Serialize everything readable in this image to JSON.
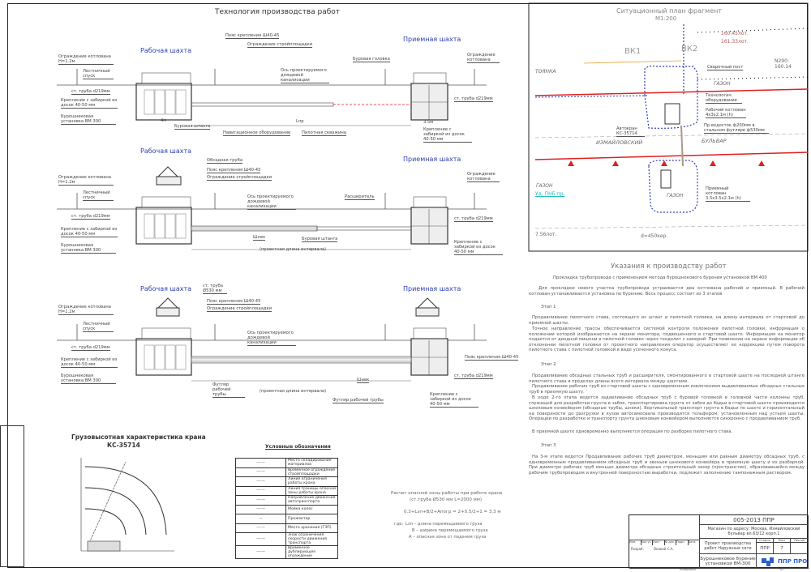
{
  "tech": {
    "title": "Технология производства работ",
    "d1": {
      "work": "Рабочая шахта",
      "recv": "Приемная шахта",
      "fence_pit": "Ограждение котлована H=1.2м",
      "ladder": "Лестничный спуск",
      "pipe": "ст. труба d219мм",
      "fix": "Крепление с забиркой из досок 40-50 мм",
      "rig": "Бурошнековая установка ВМ 300",
      "belt": "Пояс крепления Ш40-45",
      "fence_site": "Ограждение стройплощадки",
      "axis": "Ось проектируемого дождевой канализации",
      "head": "Буровая головка",
      "rod": "Буровая штанга",
      "equip": "Навигационное оборудование",
      "pilot": "Пилотная скважина",
      "fence_recv": "Ограждение котлована",
      "pipe_r": "ст. труба d219мм",
      "fix_r": "Крепление с забиркой из досок 40-50 мм",
      "w1": "4м",
      "w2": "3.5м",
      "len": "Lпр"
    },
    "d2": {
      "work": "Рабочая шахта",
      "recv": "Приемная шахта",
      "casing": "Обсадная труба",
      "belt": "Пояс крепления Ш40-45",
      "fence_site": "Ограждение стройплощадки",
      "fence_pit": "Ограждение котлована H=1.2м",
      "ladder": "Лестничный спуск",
      "pipe": "ст. труба d219мм",
      "fix": "Крепление с забиркой из досок 40-50 мм",
      "rig": "Бурошнековая установка ВМ 300",
      "axis": "Ось проектируемого дождевой канализации",
      "expander": "Расширитель",
      "auger": "Шнек",
      "rod": "Буровая штанга",
      "len": "(проектная длина интервала)",
      "fence_recv": "Ограждение котлована",
      "pipe_r": "ст. труба d219мм",
      "fix_r": "Крепление с забиркой из досок 40-50 мм"
    },
    "d3": {
      "work": "Рабочая шахта",
      "recv": "Приемная шахта",
      "pipe_top": "ст. труба Ø530 мм",
      "belt": "Пояс крепления Ш40-45",
      "fence_site": "Ограждение стройплощадки",
      "fence_pit": "Ограждение котлована H=1.2м",
      "ladder": "Лестничный спуск",
      "pipe": "ст. труба d219мм",
      "fix": "Крепление с забиркой из досок 40-50 мм",
      "rig": "Бурошнековая установка ВМ 300",
      "axis": "Ось проектируемого дождевой канализации",
      "belt_r": "Пояс крепления Ш40-45",
      "auger": "Шнек",
      "case": "Футляр рабочей трубы",
      "len": "(проектная длина интервала)",
      "pipe_r": "ст. труба d219мм",
      "fix_r": "Крепление с забиркой из досок 40-50 мм",
      "case2": "Футляр рабочей трубы"
    }
  },
  "site": {
    "title": "Ситуационный план фрагмент",
    "scale": "М1:200",
    "lbl_weld": "Сварочный пост",
    "lbl_tech": "Технологич. оборудование",
    "lbl_pit": "Рабочий котлован 4х3х2.1м (h)",
    "lbl_drain": "Пр.водосток ф200мм в стальном футляре ф530мм",
    "lbl_crane": "Автокран КС-35714",
    "lbl_recv": "Приемный котлован 3.5х3.5х2.1м (h)",
    "street1": "ИЗМАЙЛОВСКИЙ",
    "street2": "БУЛЬВАР",
    "gazon": "ГАЗОН",
    "park": "ТОЯНКА",
    "elev1": "160.45лот.",
    "elev2": "161.33лот.",
    "elev3": "7.56лот.",
    "pipe_d": "d=450кер.",
    "bk1": "ВК1",
    "bk2": "ВК2",
    "n290": "N290: 160.14",
    "link": "Уд. ПНБ пр."
  },
  "notes": {
    "title": "Указания к производству работ",
    "p0": "Прокладка трубопровода с применением метода бурошнекового бурения установкой ВМ 400",
    "p1": "Для прокладки нового участка трубопровода устраивается два котлована рабочий и приемный. В рабочий котлован устанавливается установка по бурению. Весь процесс состоит из 3 этапов",
    "s1": "Этап 1",
    "p2": "Продавливание пилотного става, состоящего из штанг и пилотной головки, на длину интервала от стартовой до приемной шахты.",
    "p3": "Точное направление трассы обеспечивается системой контроля положения пилотной головки, информация о положении которой изображается на экране монитора, подвешенного в стартовой шахте. Информация на монитор подается от диодной мишени в пилотной головке через теодолит с камерой. При появлении на экране информации об отклонении пилотной головки от проектного направления оператор осуществляет ее коррекцию путем поворота пилотного става с пилотной головкой в виде усеченного конуса.",
    "s2": "Этап 2",
    "p4": "Продавливание обсадных стальных труб и расширителя, смонтированного в стартовой шахте на последней штанге пилотного става в пределах длины всего интервала между шахтами.",
    "p5": "Продавливание рабочих труб из стартовой шахты с одновременным извлечением выдавливаемых обсадных стальных труб в приемную шахту.",
    "p6": "В ходе 2-го этапа ведется задавливание обсадных труб с буровой головкой в головной части колонны труб, служащей для разработки грунта в забое, транспортировка грунта от забоя до бадьи в стартовой шахте производится шнековым конвейером (обсадные трубы, шнеки). Вертикальный транспорт грунта в бадьи по шахте и горизонтальный на поверхности до разгрузки в кузов автосамосвала производится тельфером, установленным над устьем шахты. Операции по разработке и транспорту грунта шнековым конвейером выполняется синхронно с продавливанием труб.",
    "p7": "В приемной шахте одновременно выполняется операция по разборке пилотного става.",
    "s3": "Этап 3",
    "p8": "На 3-м этапе ведется Продавливание рабочих труб диаметром, меньшим или равным диаметру обсадных труб, с одновременным продавливанием обсадных труб и звеньев шнекового конвейера в приемную шахту и их разборкой. При диаметре рабочих труб меньше диаметра обсадных строительный зазор (пространство), образовавшийся между рабочим трубопроводом и внутренней поверхностью выработки, подлежит заполнению тампонажным раствором."
  },
  "crane": {
    "title": "Грузовысотная характеристика крана",
    "model": "КС-35714"
  },
  "legend": {
    "title": "Условные обозначения",
    "items": [
      "Место складирования материалов",
      "Временное ограждение стройплощадки",
      "Линия ограничения работы крана",
      "Линия границы опасной зоны работы крана",
      "Направление движения автотранспорта",
      "Мойка колес",
      "Прожектор",
      "Место хранения (ГЗП)",
      "Знак ограничения скорости движения транспорта",
      "Временное дублирующее ограждение"
    ]
  },
  "calc": {
    "l1": "Расчет опасной зоны работы при работе крана",
    "l2": "(ст.труба  Ø530 мм L=2000 мм)",
    "formula": "0.3+Lзп+В/2+Апогр = 2+0.5/2+1 = 3.3 м",
    "where": "где:",
    "w1": "Lзп – длина перемещаемого груза",
    "w2": "В – ширина перемещаемого груза",
    "w3": "А – опасная зона от падения груза"
  },
  "titleblock": {
    "code": "005-2013 ППР",
    "object": "Магазин по адресу: Москва, Измайловский бульвар вл.63/12 корп.1",
    "project": "Проект производства работ Наружные сети",
    "sheet_name": "Бурошнековое бурение установкой ВМ-300",
    "stage_h": "Стадия",
    "sheet_h": "Лист",
    "sheets_h": "Листов",
    "stage": "ППР",
    "sheet": "7",
    "cols": [
      "Изм.",
      "Кол.уч",
      "Лист",
      "№ док.",
      "Подп.",
      "Дата"
    ],
    "dev": "Разраб.",
    "checker": "Ококой С.А.",
    "logo": "ППР ПРО",
    "copied": "Копировал",
    "format": "А1"
  },
  "colors": {
    "blue": "#2b3fb0",
    "red": "#e02020"
  }
}
